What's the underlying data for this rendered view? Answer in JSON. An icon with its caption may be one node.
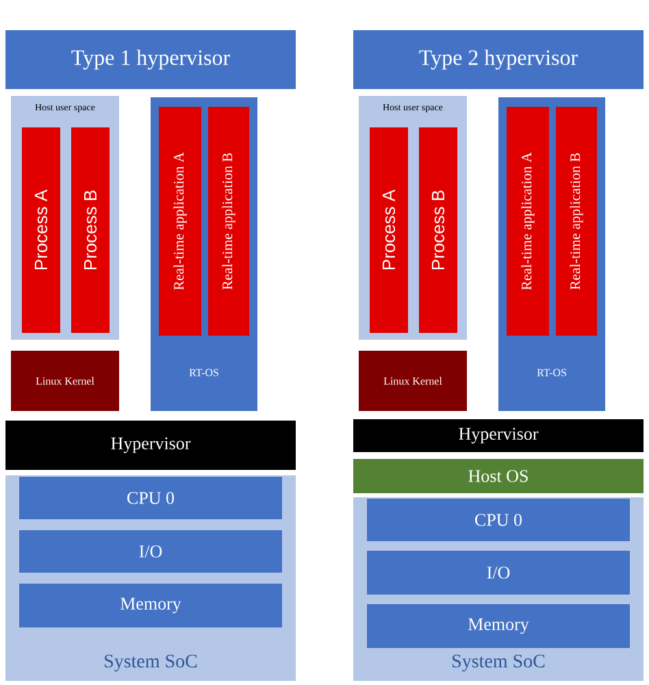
{
  "diagram": {
    "nodes": [
      {
        "text": [
          "Type 1 hypervisor"
        ]
      },
      {
        "text": [
          "Host user space"
        ]
      },
      {
        "text": [
          "Process A"
        ],
        "in": 1
      },
      {
        "text": [
          "Process B"
        ],
        "in": 1
      },
      {
        "text": [
          "Linux Kernel"
        ]
      },
      {
        "text": [
          "RT-OS"
        ]
      },
      {
        "text": [
          "Real-time application A"
        ],
        "in": 5
      },
      {
        "text": [
          "Real-time application B"
        ],
        "in": 5
      },
      {
        "text": [
          "Hypervisor"
        ]
      },
      {
        "text": [
          "System SoC"
        ]
      },
      {
        "text": [
          "CPU 0"
        ],
        "in": 9
      },
      {
        "text": [
          "I/O"
        ],
        "in": 9
      },
      {
        "text": [
          "Memory"
        ],
        "in": 9
      },
      {
        "text": [
          "Type 2 hypervisor"
        ]
      },
      {
        "text": [
          "Host user space"
        ]
      },
      {
        "text": [
          "Process A"
        ],
        "in": 14
      },
      {
        "text": [
          "Process B"
        ],
        "in": 14
      },
      {
        "text": [
          "Linux Kernel"
        ]
      },
      {
        "text": [
          "RT-OS"
        ]
      },
      {
        "text": [
          "Real-time application A"
        ],
        "in": 18
      },
      {
        "text": [
          "Real-time application B"
        ],
        "in": 18
      },
      {
        "text": [
          "Hypervisor"
        ]
      },
      {
        "text": [
          "Host OS"
        ]
      },
      {
        "text": [
          "System SoC"
        ]
      },
      {
        "text": [
          "CPU 0"
        ],
        "in": 23
      },
      {
        "text": [
          "I/O"
        ],
        "in": 23
      },
      {
        "text": [
          "Memory"
        ],
        "in": 23
      }
    ]
  }
}
